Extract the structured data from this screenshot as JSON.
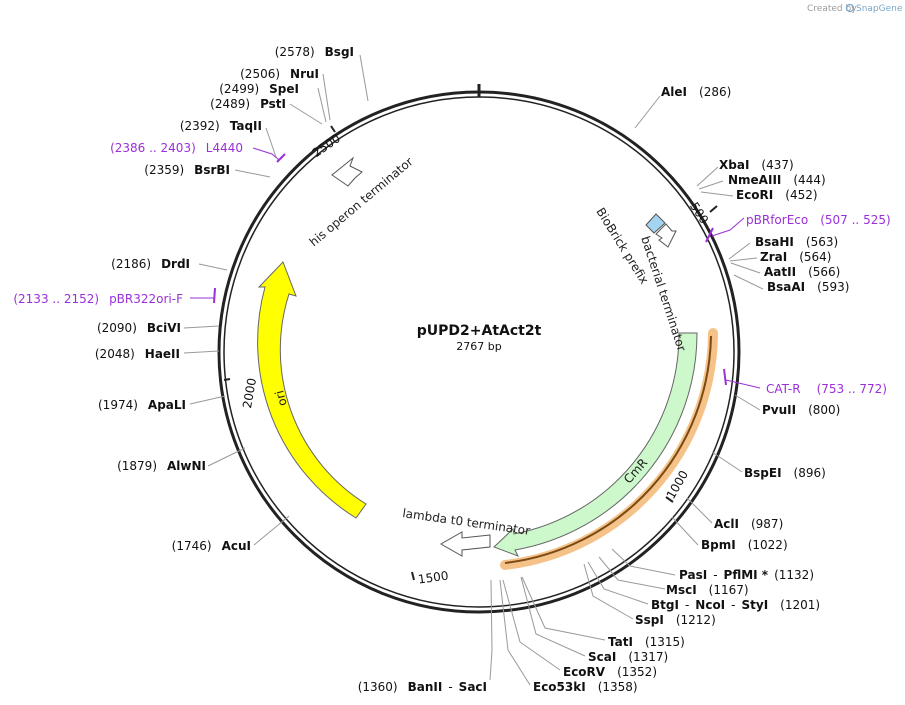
{
  "credit": {
    "prefix": "Created by",
    "brand": "SnapGene"
  },
  "plasmid": {
    "name": "pUPD2+AtAct2t",
    "size_label": "2767 bp",
    "length": 2767
  },
  "ticks": [
    "500",
    "1000",
    "1500",
    "2000",
    "2500"
  ],
  "features": {
    "his_terminator": "his operon terminator",
    "biobrick_prefix": "BioBrick prefix",
    "bacterial_terminator": "bacterial terminator",
    "cmr": "CmR",
    "lambda_t0": "lambda t0 terminator",
    "ori": "ori"
  },
  "enzymes_right": [
    {
      "name": "AleI",
      "pos": "(286)"
    },
    {
      "name": "XbaI",
      "pos": "(437)"
    },
    {
      "name": "NmeAIII",
      "pos": "(444)"
    },
    {
      "name": "EcoRI",
      "pos": "(452)"
    },
    {
      "name": "BsaHI",
      "pos": "(563)"
    },
    {
      "name": "ZraI",
      "pos": "(564)"
    },
    {
      "name": "AatII",
      "pos": "(566)"
    },
    {
      "name": "BsaAI",
      "pos": "(593)"
    },
    {
      "name": "PvuII",
      "pos": "(800)"
    },
    {
      "name": "BspEI",
      "pos": "(896)"
    },
    {
      "name": "AclI",
      "pos": "(987)"
    },
    {
      "name": "BpmI",
      "pos": "(1022)"
    },
    {
      "name": "PasI",
      "dash": "-",
      "name2": "PflMI *",
      "pos": "(1132)"
    },
    {
      "name": "MscI",
      "pos": "(1167)"
    },
    {
      "name": "BtgI",
      "dash": "-",
      "name2": "NcoI",
      "dash2": "-",
      "name3": "StyI",
      "pos": "(1201)"
    },
    {
      "name": "SspI",
      "pos": "(1212)"
    },
    {
      "name": "TatI",
      "pos": "(1315)"
    },
    {
      "name": "ScaI",
      "pos": "(1317)"
    },
    {
      "name": "EcoRV",
      "pos": "(1352)"
    },
    {
      "name": "Eco53kI",
      "pos": "(1358)"
    }
  ],
  "enzymes_left": [
    {
      "name": "BsgI",
      "pos": "(2578)"
    },
    {
      "name": "NruI",
      "pos": "(2506)"
    },
    {
      "name": "SpeI",
      "pos": "(2499)"
    },
    {
      "name": "PstI",
      "pos": "(2489)"
    },
    {
      "name": "TaqII",
      "pos": "(2392)"
    },
    {
      "name": "BsrBI",
      "pos": "(2359)"
    },
    {
      "name": "DrdI",
      "pos": "(2186)"
    },
    {
      "name": "BciVI",
      "pos": "(2090)"
    },
    {
      "name": "HaeII",
      "pos": "(2048)"
    },
    {
      "name": "ApaLI",
      "pos": "(1974)"
    },
    {
      "name": "AlwNI",
      "pos": "(1879)"
    },
    {
      "name": "AcuI",
      "pos": "(1746)"
    },
    {
      "name": "BanII",
      "dash": "-",
      "name2": "SacI",
      "pos": "(1360)"
    }
  ],
  "primers": [
    {
      "name": "pBRforEco",
      "range": "(507 .. 525)"
    },
    {
      "name": "CAT-R",
      "range": "(753 .. 772)"
    },
    {
      "name": "L4440",
      "range": "(2386 .. 2403)"
    },
    {
      "name": "pBR322ori-F",
      "range": "(2133 .. 2152)"
    }
  ],
  "colors": {
    "ori": "#ffff00",
    "cmr": "#ccf8cc",
    "primer": "#9b30d9",
    "biobrick": "#a3d4f2",
    "cat_highlight": "#f5c38a"
  }
}
